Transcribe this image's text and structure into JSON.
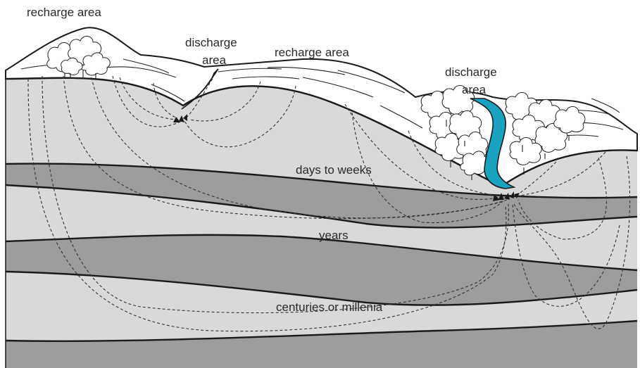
{
  "labels": {
    "recharge_left": "recharge area",
    "discharge_left_line1": "discharge",
    "discharge_left_line2": "area",
    "recharge_center": "recharge area",
    "discharge_right_line1": "discharge",
    "discharge_right_line2": "area",
    "flow_days": "days to weeks",
    "flow_years": "years",
    "flow_centuries": "centuries or millenia"
  },
  "colors": {
    "stream": "#1aa3c0",
    "light_layer": "#d9d9d9",
    "dark_layer": "#9d9d9d",
    "surface": "#ffffff",
    "outline": "#1a1a1a"
  }
}
